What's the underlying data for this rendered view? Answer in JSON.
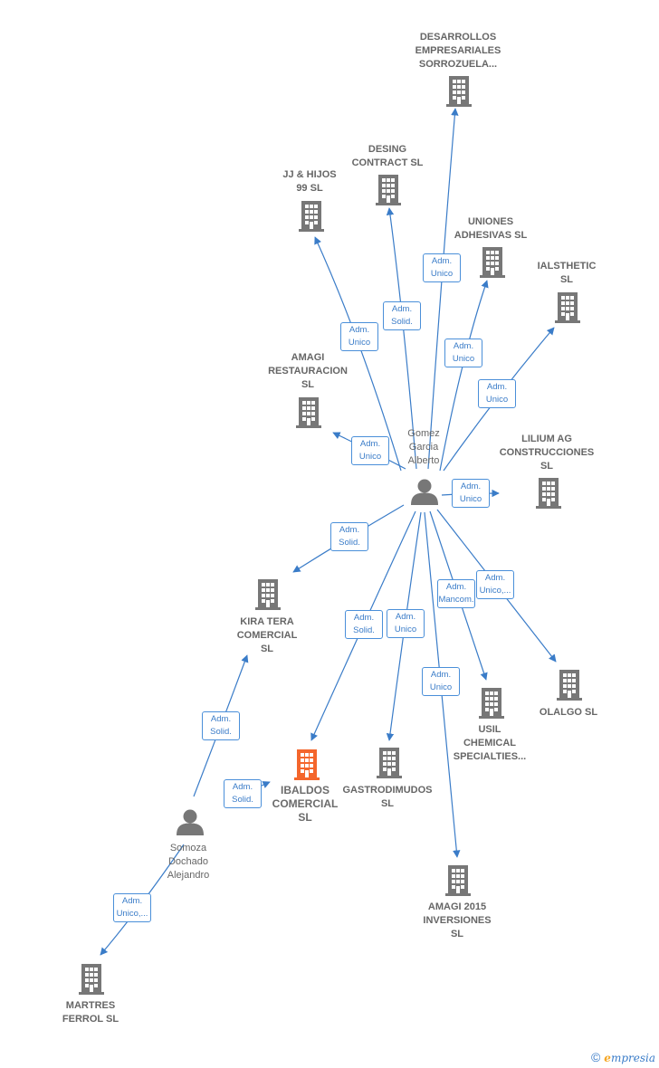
{
  "colors": {
    "edge": "#3a7cc8",
    "building": "#777777",
    "highlight": "#f4662c",
    "person": "#777777"
  },
  "nodes": [
    {
      "id": "gomez",
      "type": "person",
      "label": "Gomez\nGarcia\nAlberto"
    },
    {
      "id": "somoza",
      "type": "person",
      "label": "Somoza\nDochado\nAlejandro"
    },
    {
      "id": "desarrollos",
      "type": "company",
      "label": "DESARROLLOS\nEMPRESARIALES\nSORROZUELA..."
    },
    {
      "id": "desing",
      "type": "company",
      "label": "DESING\nCONTRACT SL"
    },
    {
      "id": "jj",
      "type": "company",
      "label": "JJ & HIJOS\n99 SL"
    },
    {
      "id": "uniones",
      "type": "company",
      "label": "UNIONES\nADHESIVAS  SL"
    },
    {
      "id": "ialsthetic",
      "type": "company",
      "label": "IALSTHETIC\nSL"
    },
    {
      "id": "amagi_rest",
      "type": "company",
      "label": "AMAGI\nRESTAURACION\nSL"
    },
    {
      "id": "lilium",
      "type": "company",
      "label": "LILIUM AG\nCONSTRUCCIONES\nSL"
    },
    {
      "id": "kira",
      "type": "company",
      "label": "KIRA TERA\nCOMERCIAL\nSL"
    },
    {
      "id": "olalgo",
      "type": "company",
      "label": "OLALGO  SL"
    },
    {
      "id": "usil",
      "type": "company",
      "label": "USIL\nCHEMICAL\nSPECIALTIES..."
    },
    {
      "id": "ibaldos",
      "type": "company",
      "label": "IBALDOS\nCOMERCIAL\nSL",
      "highlight": true
    },
    {
      "id": "gastro",
      "type": "company",
      "label": "GASTRODIMUDOS\nSL"
    },
    {
      "id": "amagi2015",
      "type": "company",
      "label": "AMAGI 2015\nINVERSIONES\nSL"
    },
    {
      "id": "martres",
      "type": "company",
      "label": "MARTRES\nFERROL  SL"
    }
  ],
  "edges": [
    {
      "from": "gomez",
      "to": "desarrollos",
      "label": "Adm.\nUnico"
    },
    {
      "from": "gomez",
      "to": "desing",
      "label": "Adm.\nSolid."
    },
    {
      "from": "gomez",
      "to": "jj",
      "label": "Adm.\nUnico"
    },
    {
      "from": "gomez",
      "to": "uniones",
      "label": "Adm.\nUnico"
    },
    {
      "from": "gomez",
      "to": "ialsthetic",
      "label": "Adm.\nUnico"
    },
    {
      "from": "gomez",
      "to": "amagi_rest",
      "label": "Adm.\nUnico"
    },
    {
      "from": "gomez",
      "to": "lilium",
      "label": "Adm.\nUnico"
    },
    {
      "from": "gomez",
      "to": "kira",
      "label": "Adm.\nSolid."
    },
    {
      "from": "gomez",
      "to": "olalgo",
      "label": "Adm.\nUnico,..."
    },
    {
      "from": "gomez",
      "to": "usil",
      "label": "Adm.\nMancom."
    },
    {
      "from": "gomez",
      "to": "ibaldos",
      "label": "Adm.\nSolid."
    },
    {
      "from": "gomez",
      "to": "gastro",
      "label": "Adm.\nUnico"
    },
    {
      "from": "gomez",
      "to": "amagi2015",
      "label": "Adm.\nUnico"
    },
    {
      "from": "somoza",
      "to": "kira",
      "label": "Adm.\nSolid."
    },
    {
      "from": "somoza",
      "to": "ibaldos",
      "label": "Adm.\nSolid."
    },
    {
      "from": "somoza",
      "to": "martres",
      "label": "Adm.\nUnico,..."
    }
  ],
  "footer": {
    "copyright": "©",
    "brand_initial": "e",
    "brand_rest": "mpresia"
  }
}
